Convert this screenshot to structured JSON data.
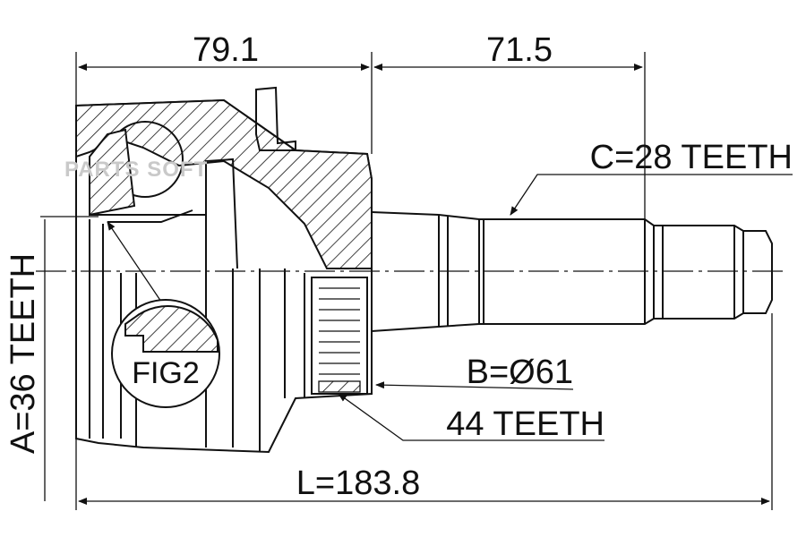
{
  "dimensions": {
    "housing_length": "79.1",
    "shaft_length": "71.5",
    "overall_length": "L=183.8"
  },
  "callouts": {
    "outer_spline": "C=28 TEETH",
    "bearing_diameter": "B=Ø61",
    "abs_ring": "44 TEETH",
    "inner_spline": "A=36 TEETH",
    "detail_fig": "FIG2"
  },
  "watermark": "PARTS SOFT"
}
